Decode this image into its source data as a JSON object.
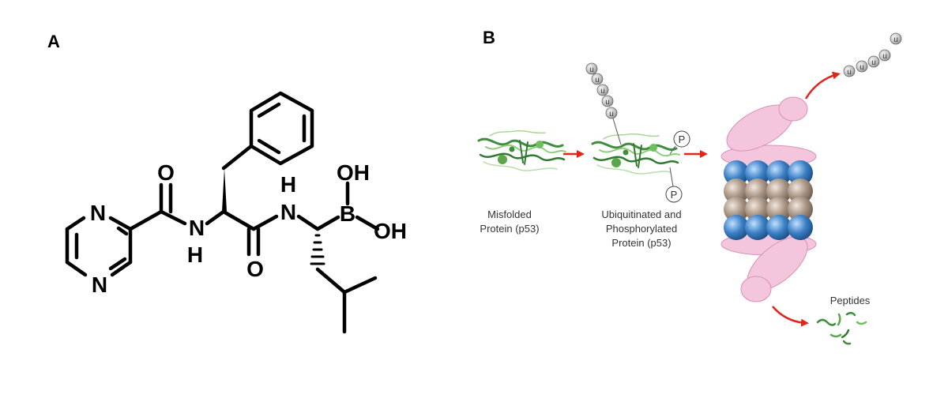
{
  "panels": {
    "a": {
      "label": "A"
    },
    "b": {
      "label": "B"
    }
  },
  "molecule": {
    "atoms": {
      "pyrazine_n_top": "N",
      "pyrazine_n_bottom": "N",
      "carbonyl_o_1": "O",
      "amide_nh_1_n": "N",
      "amide_nh_1_h": "H",
      "carbonyl_o_2": "O",
      "amide_nh_2_h": "H",
      "amide_nh_2_n": "N",
      "boron": "B",
      "hydroxyl_top": "OH",
      "hydroxyl_right": "OH"
    }
  },
  "pathway": {
    "misfolded_label_line1": "Misfolded",
    "misfolded_label_line2": "Protein (p53)",
    "tagged_label_line1": "Ubiquitinated and",
    "tagged_label_line2": "Phosphorylated",
    "tagged_label_line3": "Protein (p53)",
    "peptides_label": "Peptides",
    "ubiquitin_tag": "u",
    "phosphate_tag": "P"
  },
  "colors": {
    "arrow": "#e0251b",
    "proteasome_cap": "#f4c6de",
    "proteasome_cap_stroke": "#d98fb5",
    "alpha_ring": "#3b7fc4",
    "beta_ring": "#a89484",
    "protein_green": "#3e8e3e",
    "ubiquitin": "#bdbdbd"
  }
}
